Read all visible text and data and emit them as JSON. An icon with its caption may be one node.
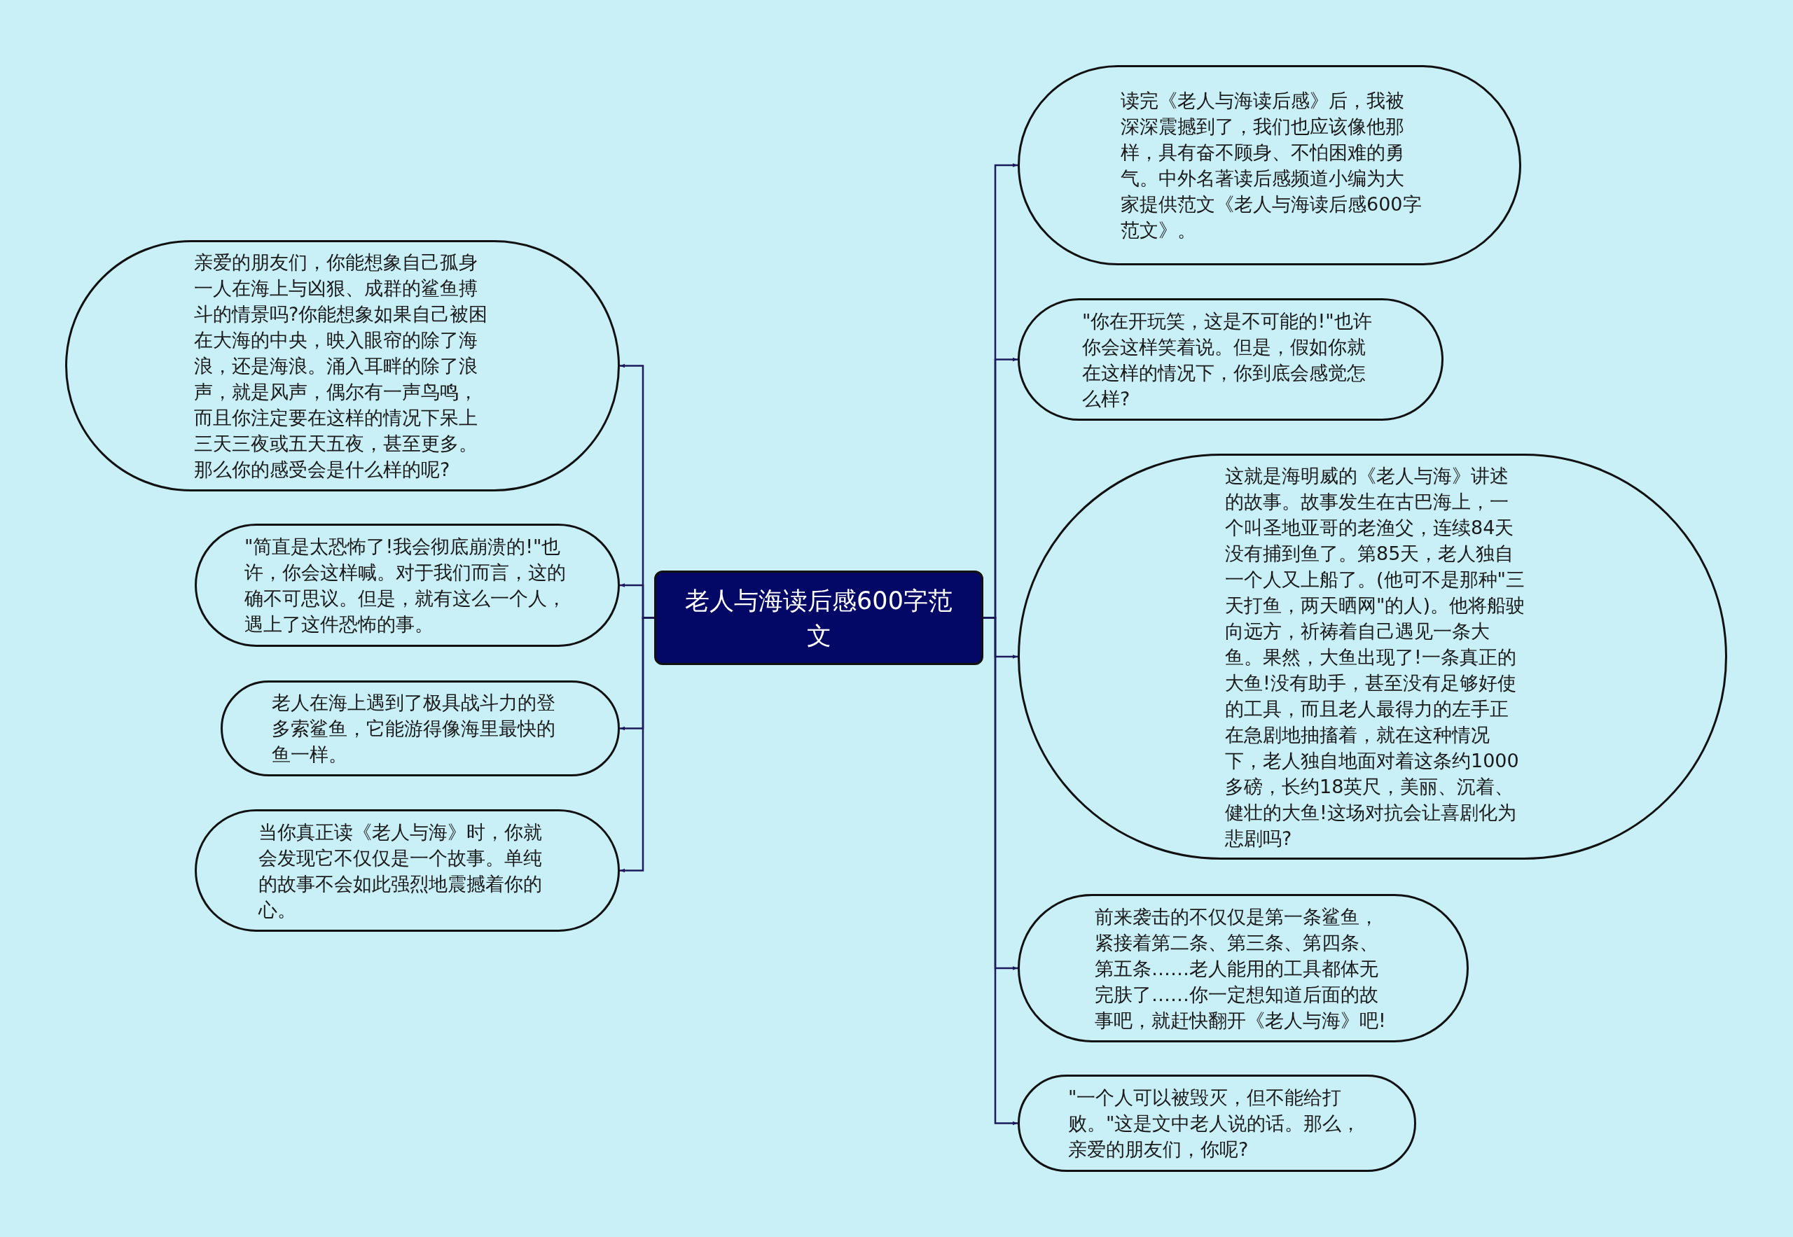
{
  "diagram": {
    "nodes": [
      {
        "text": [
          "老人与海读后感600字范文"
        ]
      },
      {
        "text": [
          "亲爱的朋友们，你能想象自己孤身一人在海上与凶狠、成群的鲨鱼搏斗的情景吗?你能想象如果自己被困在大海的中央，映入眼帘的除了海浪，还是海浪。涌入耳畔的除了浪声，就是风声，偶尔有一声鸟鸣，而且你注定要在这样的情况下呆上三天三夜或五天五夜，甚至更多。那么你的感受会是什么样的呢?"
        ]
      },
      {
        "text": [
          "\"简直是太恐怖了!我会彻底崩溃的!\"也许，你会这样喊。对于我们而言，这的确不可思议。但是，就有这么一个人，遇上了这件恐怖的事。"
        ]
      },
      {
        "text": [
          "老人在海上遇到了极具战斗力的登多索鲨鱼，它能游得像海里最快的鱼一样。"
        ]
      },
      {
        "text": [
          "当你真正读《老人与海》时，你就会发现它不仅仅是一个故事。单纯的故事不会如此强烈地震撼着你的心。"
        ]
      },
      {
        "text": [
          "读完《老人与海读后感》后，我被深深震撼到了，我们也应该像他那样，具有奋不顾身、不怕困难的勇气。中外名著读后感频道小编为大家提供范文《老人与海读后感600字范文》。"
        ]
      },
      {
        "text": [
          "\"你在开玩笑，这是不可能的!\"也许你会这样笑着说。但是，假如你就在这样的情况下，你到底会感觉怎么样?"
        ]
      },
      {
        "text": [
          "这就是海明威的《老人与海》讲述的故事。故事发生在古巴海上，一个叫圣地亚哥的老渔父，连续84天没有捕到鱼了。第85天，老人独自一个人又上船了。(他可不是那种\"三天打鱼，两天晒网\"的人)。他将船驶向远方，祈祷着自己遇见一条大鱼。果然，大鱼出现了!一条真正的大鱼!没有助手，甚至没有足够好使的工具，而且老人最得力的左手正在急剧地抽搐着，就在这种情况下，老人独自地面对着这条约1000多磅，长约18英尺，美丽、沉着、健壮的大鱼!这场对抗会让喜剧化为悲剧吗?"
        ]
      },
      {
        "text": [
          "前来袭击的不仅仅是第一条鲨鱼，紧接着第二条、第三条、第四条、第五条……老人能用的工具都体无完肤了……你一定想知道后面的故事吧，就赶快翻开《老人与海》吧!"
        ]
      },
      {
        "text": [
          "\"一个人可以被毁灭，但不能给打败。\"这是文中老人说的话。那么，亲爱的朋友们，你呢?"
        ]
      }
    ],
    "edges": [
      {
        "from": 0,
        "to": 1,
        "arrow": "to"
      },
      {
        "from": 0,
        "to": 2,
        "arrow": "to"
      },
      {
        "from": 0,
        "to": 3,
        "arrow": "to"
      },
      {
        "from": 0,
        "to": 4,
        "arrow": "to"
      },
      {
        "from": 0,
        "to": 5,
        "arrow": "to"
      },
      {
        "from": 0,
        "to": 6,
        "arrow": "to"
      },
      {
        "from": 0,
        "to": 7,
        "arrow": "to"
      },
      {
        "from": 0,
        "to": 8,
        "arrow": "to"
      },
      {
        "from": 0,
        "to": 9,
        "arrow": "to"
      }
    ]
  }
}
